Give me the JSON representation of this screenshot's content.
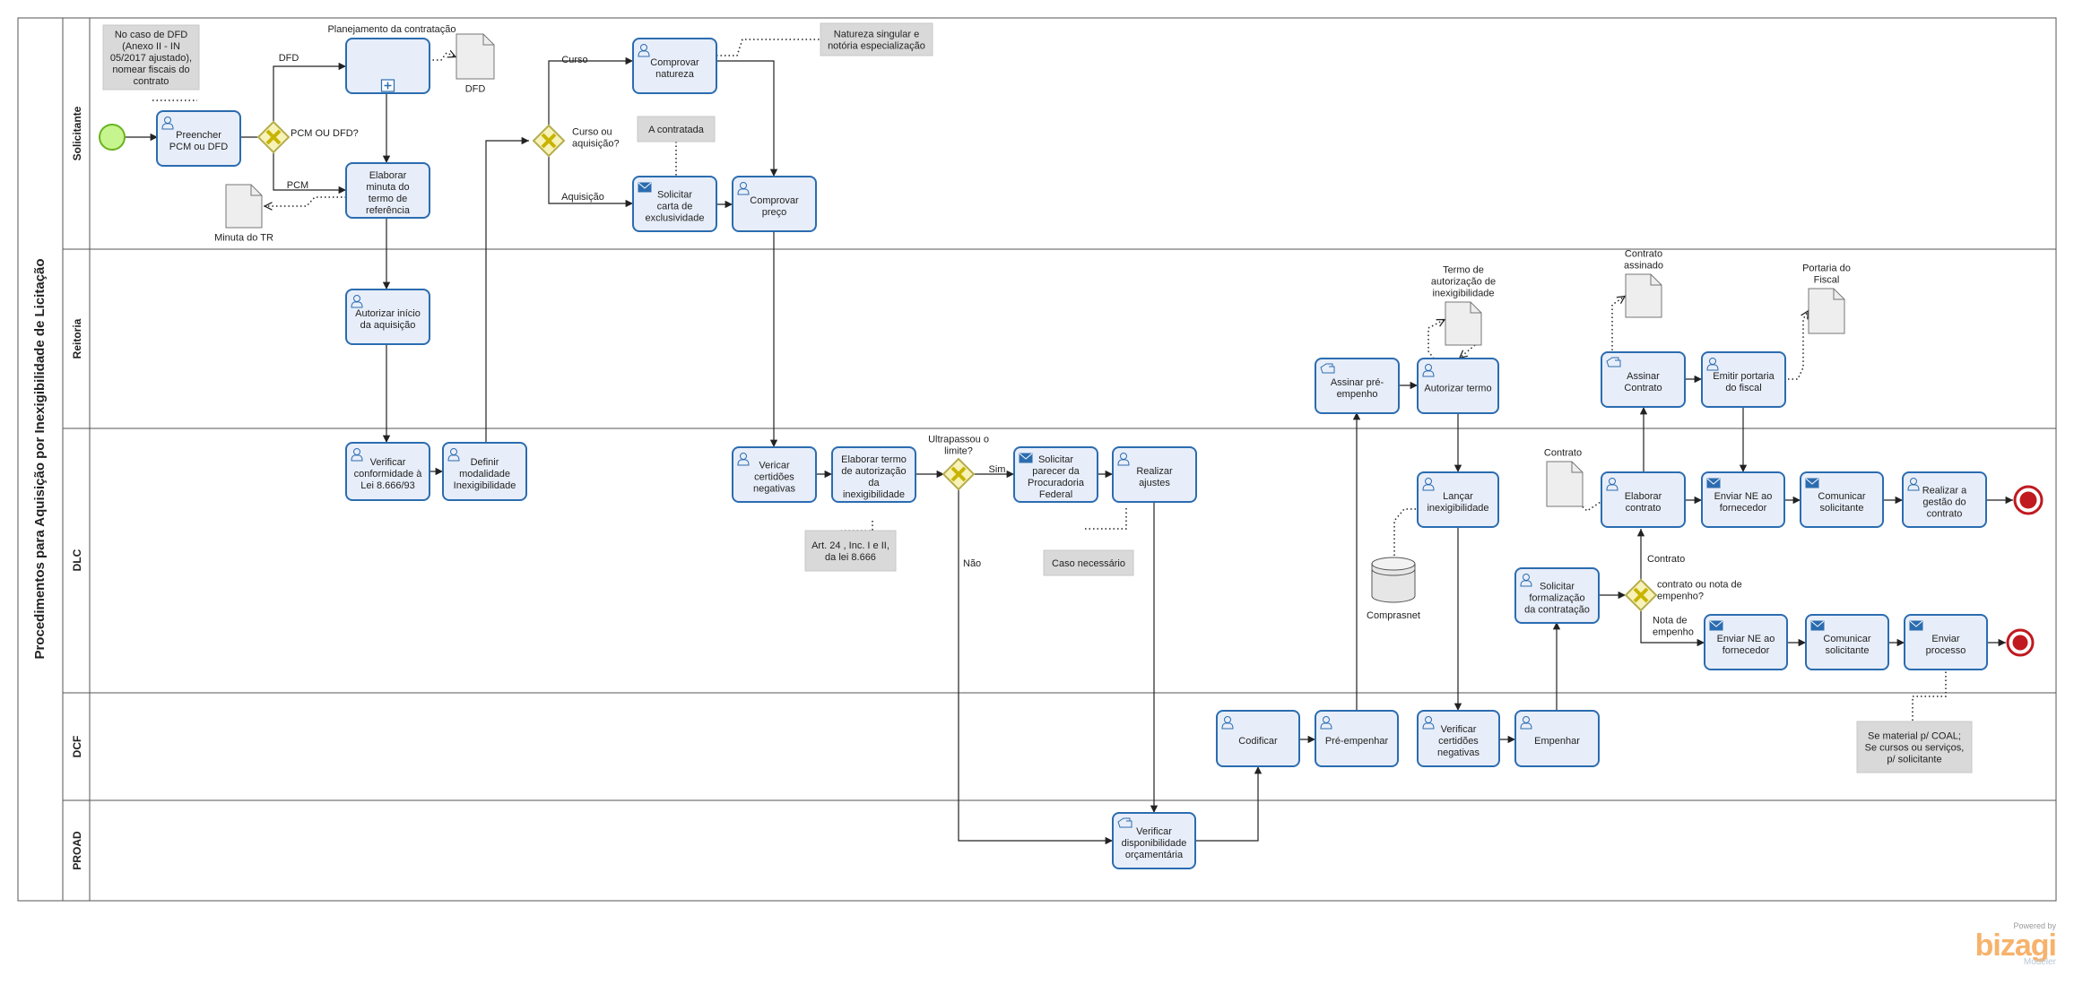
{
  "pool": {
    "title": "Procedimentos para Aquisição por Inexigibilidade de Licitação"
  },
  "lanes": [
    {
      "id": "sol",
      "label": "Solicitante"
    },
    {
      "id": "rei",
      "label": "Reitoria"
    },
    {
      "id": "dlc",
      "label": "DLC"
    },
    {
      "id": "dcf",
      "label": "DCF"
    },
    {
      "id": "proad",
      "label": "PROAD"
    }
  ],
  "tasks": [
    {
      "id": "t_preencher",
      "lines": [
        "Preencher",
        "PCM ou DFD"
      ],
      "icon": "user-task-icon"
    },
    {
      "id": "t_planejamento",
      "lines": [],
      "icon": "subprocess-icon"
    },
    {
      "id": "t_elaborar_minuta",
      "lines": [
        "Elaborar",
        "minuta do",
        "termo de",
        "referência"
      ],
      "icon": ""
    },
    {
      "id": "t_comprovar_natureza",
      "lines": [
        "Comprovar",
        "natureza"
      ],
      "icon": "user-task-icon"
    },
    {
      "id": "t_solicitar_carta",
      "lines": [
        "Solicitar",
        "carta de",
        "exclusividade"
      ],
      "icon": "send-task-icon"
    },
    {
      "id": "t_comprovar_preco",
      "lines": [
        "Comprovar",
        "preço"
      ],
      "icon": "user-task-icon"
    },
    {
      "id": "t_autorizar_inicio",
      "lines": [
        "Autorizar início",
        "da aquisição"
      ],
      "icon": "user-task-icon"
    },
    {
      "id": "t_verificar_conformidade",
      "lines": [
        "Verificar",
        "conformidade à",
        "Lei 8.666/93"
      ],
      "icon": "user-task-icon"
    },
    {
      "id": "t_definir_modalidade",
      "lines": [
        "Definir",
        "modalidade",
        "Inexigibilidade"
      ],
      "icon": "user-task-icon"
    },
    {
      "id": "t_verificar_certidoes1",
      "lines": [
        "Vericar",
        "certidões",
        "negativas"
      ],
      "icon": "user-task-icon"
    },
    {
      "id": "t_elaborar_termo",
      "lines": [
        "Elaborar termo",
        "de autorização",
        "da",
        "inexigibilidade"
      ],
      "icon": ""
    },
    {
      "id": "t_solicitar_parecer",
      "lines": [
        "Solicitar",
        "parecer da",
        "Procuradoria",
        "Federal"
      ],
      "icon": "send-task-icon"
    },
    {
      "id": "t_realizar_ajustes",
      "lines": [
        "Realizar",
        "ajustes"
      ],
      "icon": "user-task-icon"
    },
    {
      "id": "t_assinar_pre",
      "lines": [
        "Assinar pré-",
        "empenho"
      ],
      "icon": "manual-task-icon"
    },
    {
      "id": "t_autorizar_termo",
      "lines": [
        "Autorizar termo"
      ],
      "icon": "user-task-icon"
    },
    {
      "id": "t_lancar",
      "lines": [
        "Lançar",
        "inexigibilidade"
      ],
      "icon": "user-task-icon"
    },
    {
      "id": "t_codificar",
      "lines": [
        "Codificar"
      ],
      "icon": "user-task-icon"
    },
    {
      "id": "t_pre_empenhar",
      "lines": [
        "Pré-empenhar"
      ],
      "icon": "user-task-icon"
    },
    {
      "id": "t_verificar_certidoes2",
      "lines": [
        "Verificar",
        "certidões",
        "negativas"
      ],
      "icon": "user-task-icon"
    },
    {
      "id": "t_empenhar",
      "lines": [
        "Empenhar"
      ],
      "icon": "user-task-icon"
    },
    {
      "id": "t_solicitar_formalizacao",
      "lines": [
        "Solicitar",
        "formalização",
        "da contratação"
      ],
      "icon": "user-task-icon"
    },
    {
      "id": "t_verificar_disponibilidade",
      "lines": [
        "Verificar",
        "disponibilidade",
        "orçamentária"
      ],
      "icon": "manual-task-icon"
    },
    {
      "id": "t_assinar_contrato",
      "lines": [
        "Assinar",
        "Contrato"
      ],
      "icon": "manual-task-icon"
    },
    {
      "id": "t_emitir_portaria",
      "lines": [
        "Emitir portaria",
        "do fiscal"
      ],
      "icon": "user-task-icon"
    },
    {
      "id": "t_elaborar_contrato",
      "lines": [
        "Elaborar",
        "contrato"
      ],
      "icon": "user-task-icon"
    },
    {
      "id": "t_enviar_ne1",
      "lines": [
        "Enviar NE ao",
        "fornecedor"
      ],
      "icon": "send-task-icon"
    },
    {
      "id": "t_comunicar1",
      "lines": [
        "Comunicar",
        "solicitante"
      ],
      "icon": "send-task-icon"
    },
    {
      "id": "t_realizar_gestao",
      "lines": [
        "Realizar a",
        "gestão do",
        "contrato"
      ],
      "icon": "user-task-icon"
    },
    {
      "id": "t_enviar_ne2",
      "lines": [
        "Enviar NE ao",
        "fornecedor"
      ],
      "icon": "send-task-icon"
    },
    {
      "id": "t_comunicar2",
      "lines": [
        "Comunicar",
        "solicitante"
      ],
      "icon": "send-task-icon"
    },
    {
      "id": "t_enviar_processo",
      "lines": [
        "Enviar",
        "processo"
      ],
      "icon": "send-task-icon"
    }
  ],
  "gateways": [
    {
      "id": "g_pcm_dfd",
      "lines": [
        "PCM OU DFD?"
      ]
    },
    {
      "id": "g_curso",
      "lines": [
        "Curso ou",
        "aquisição?"
      ]
    },
    {
      "id": "g_limite",
      "lines": [
        "Ultrapassou o",
        "limite?"
      ]
    },
    {
      "id": "g_contrato",
      "lines": [
        "contrato ou nota de",
        "empenho?"
      ]
    }
  ],
  "flow_labels": [
    {
      "id": "f_dfd",
      "text": "DFD"
    },
    {
      "id": "f_pcm",
      "text": "PCM"
    },
    {
      "id": "f_curso",
      "text": "Curso"
    },
    {
      "id": "f_aquisicao",
      "text": "Aquisição"
    },
    {
      "id": "f_sim",
      "text": "Sim"
    },
    {
      "id": "f_nao",
      "text": "Não"
    },
    {
      "id": "f_contrato",
      "text": "Contrato"
    },
    {
      "id": "f_nota",
      "lines": [
        "Nota de",
        "empenho"
      ]
    }
  ],
  "subprocess_label": "Planejamento da contratação",
  "annotations": [
    {
      "id": "a_dfd",
      "lines": [
        "No caso de DFD",
        "(Anexo II - IN",
        "05/2017 ajustado),",
        "nomear fiscais do",
        "contrato"
      ]
    },
    {
      "id": "a_natureza",
      "lines": [
        "Natureza singular e",
        "notória especialização"
      ]
    },
    {
      "id": "a_contratada",
      "lines": [
        "A contratada"
      ]
    },
    {
      "id": "a_art24",
      "lines": [
        "Art. 24 , Inc. I e II,",
        "da lei 8.666"
      ]
    },
    {
      "id": "a_caso",
      "lines": [
        "Caso necessário"
      ]
    },
    {
      "id": "a_material",
      "lines": [
        "Se material p/ COAL;",
        "Se cursos ou serviços,",
        "p/ solicitante"
      ]
    }
  ],
  "artifacts": [
    {
      "id": "d_dfd",
      "lines": [
        "DFD"
      ]
    },
    {
      "id": "d_minuta",
      "lines": [
        "Minuta do TR"
      ]
    },
    {
      "id": "d_termo",
      "lines": [
        "Termo de",
        "autorização de",
        "inexigibilidade"
      ]
    },
    {
      "id": "d_contrato_assinado",
      "lines": [
        "Contrato",
        "assinado"
      ]
    },
    {
      "id": "d_portaria",
      "lines": [
        "Portaria do",
        "Fiscal"
      ]
    },
    {
      "id": "d_contrato",
      "lines": [
        "Contrato"
      ]
    },
    {
      "id": "db_comprasnet",
      "lines": [
        "Comprasnet"
      ]
    }
  ],
  "watermark": {
    "powered": "Powered by",
    "brand": "bizagi",
    "product": "Modeler"
  },
  "colors": {
    "task_fill": "#e8eef9",
    "task_stroke": "#2b6cb0",
    "gateway_fill": "#f7f2b8",
    "gateway_stroke": "#b5ad4c",
    "gateway_x": "#c8b400",
    "start_fill": "#c6f48e",
    "start_stroke": "#6ab21e",
    "end_stroke": "#c0191f",
    "annotation_fill": "#d9d9d9",
    "line": "#222222"
  }
}
